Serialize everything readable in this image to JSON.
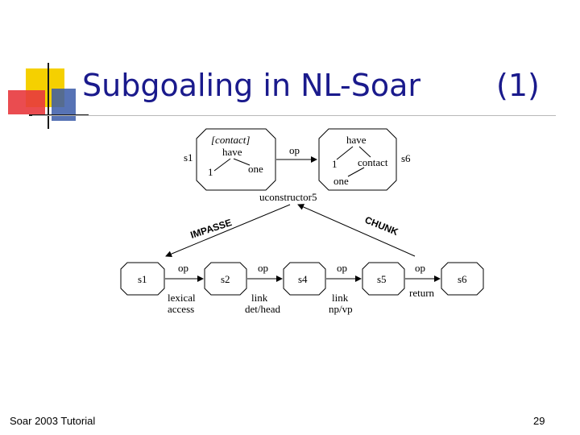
{
  "slide": {
    "title": "Subgoaling in NL-Soar",
    "title_number": "(1)",
    "footer_left": "Soar 2003 Tutorial",
    "page_number": "29"
  },
  "colors": {
    "title": "#1a1a8c",
    "logo_yellow": "#f5d000",
    "logo_red": "#e8383d",
    "logo_blue": "#3a5ba8"
  },
  "diagram": {
    "top_left_state": {
      "label": "s1",
      "bracket_label": "[contact]",
      "node_have": "have",
      "node_one": "one",
      "node_1": "1"
    },
    "top_op": "op",
    "top_right_state": {
      "label": "s6",
      "node_have": "have",
      "node_contact": "contact",
      "node_one": "one",
      "node_1": "1"
    },
    "operator_label": "uconstructor5",
    "impasse_label": "IMPASSE",
    "chunk_label": "CHUNK",
    "bottom_states": [
      "s1",
      "s2",
      "s4",
      "s5",
      "s6"
    ],
    "bottom_ops": [
      "op",
      "op",
      "op",
      "op"
    ],
    "bottom_op_notes": [
      [
        "lexical",
        "access"
      ],
      [
        "link",
        "det/head"
      ],
      [
        "link",
        "np/vp"
      ],
      [
        "return"
      ]
    ]
  }
}
